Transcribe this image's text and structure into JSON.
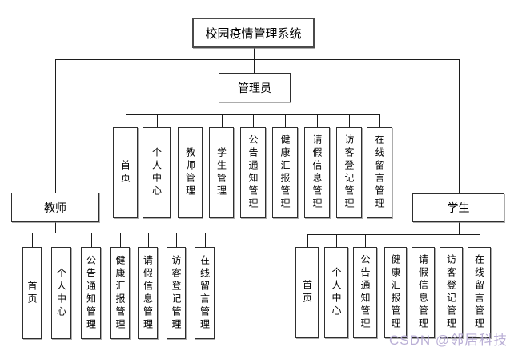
{
  "diagram": {
    "root_label": "校园疫情管理系统",
    "watermark": "CSDN @邻居科技",
    "colors": {
      "box_fill": "#ffffff",
      "box_border": "#2e2e2e",
      "line": "#1c1c1c",
      "watermark": "#b3a7d2"
    },
    "branches": [
      {
        "label": "管理员",
        "children": [
          "首页",
          "个人中心",
          "教师管理",
          "学生管理",
          "公告通知管理",
          "健康汇报管理",
          "请假信息管理",
          "访客登记管理",
          "在线留言管理"
        ]
      },
      {
        "label": "教师",
        "children": [
          "首页",
          "个人中心",
          "公告通知管理",
          "健康汇报管理",
          "请假信息管理",
          "访客登记管理",
          "在线留言管理"
        ]
      },
      {
        "label": "学生",
        "children": [
          "首页",
          "个人中心",
          "公告通知管理",
          "健康汇报管理",
          "请假信息管理",
          "访客登记管理",
          "在线留言管理"
        ]
      }
    ]
  }
}
